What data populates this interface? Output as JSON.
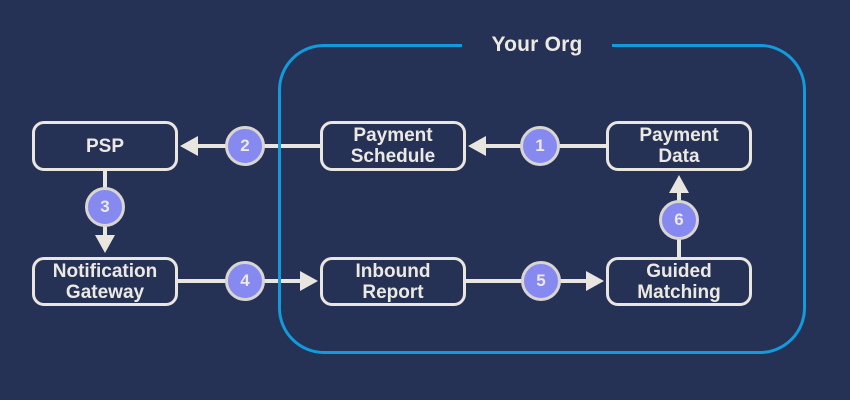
{
  "diagram": {
    "type": "flow-diagram",
    "org_boundary": {
      "label": "Your Org"
    },
    "colors": {
      "background": "#263156",
      "node_border": "#e9e6df",
      "node_text": "#ece9e2",
      "connector": "#e9e6df",
      "step_fill": "#8689f0",
      "step_border": "#d9d6d2",
      "step_text": "#ece9e2",
      "org_border": "#129bdc"
    },
    "nodes": [
      {
        "id": "psp",
        "label": "PSP",
        "inside_org": false
      },
      {
        "id": "payment-schedule",
        "label": "Payment\nSchedule",
        "inside_org": true
      },
      {
        "id": "payment-data",
        "label": "Payment\nData",
        "inside_org": true
      },
      {
        "id": "notification-gateway",
        "label": "Notification\nGateway",
        "inside_org": false
      },
      {
        "id": "inbound-report",
        "label": "Inbound\nReport",
        "inside_org": true
      },
      {
        "id": "guided-matching",
        "label": "Guided\nMatching",
        "inside_org": true
      }
    ],
    "steps": [
      {
        "number": "1",
        "from": "payment-data",
        "to": "payment-schedule",
        "direction": "left"
      },
      {
        "number": "2",
        "from": "payment-schedule",
        "to": "psp",
        "direction": "left"
      },
      {
        "number": "3",
        "from": "psp",
        "to": "notification-gateway",
        "direction": "down"
      },
      {
        "number": "4",
        "from": "notification-gateway",
        "to": "inbound-report",
        "direction": "right"
      },
      {
        "number": "5",
        "from": "inbound-report",
        "to": "guided-matching",
        "direction": "right"
      },
      {
        "number": "6",
        "from": "guided-matching",
        "to": "payment-data",
        "direction": "up"
      }
    ]
  }
}
